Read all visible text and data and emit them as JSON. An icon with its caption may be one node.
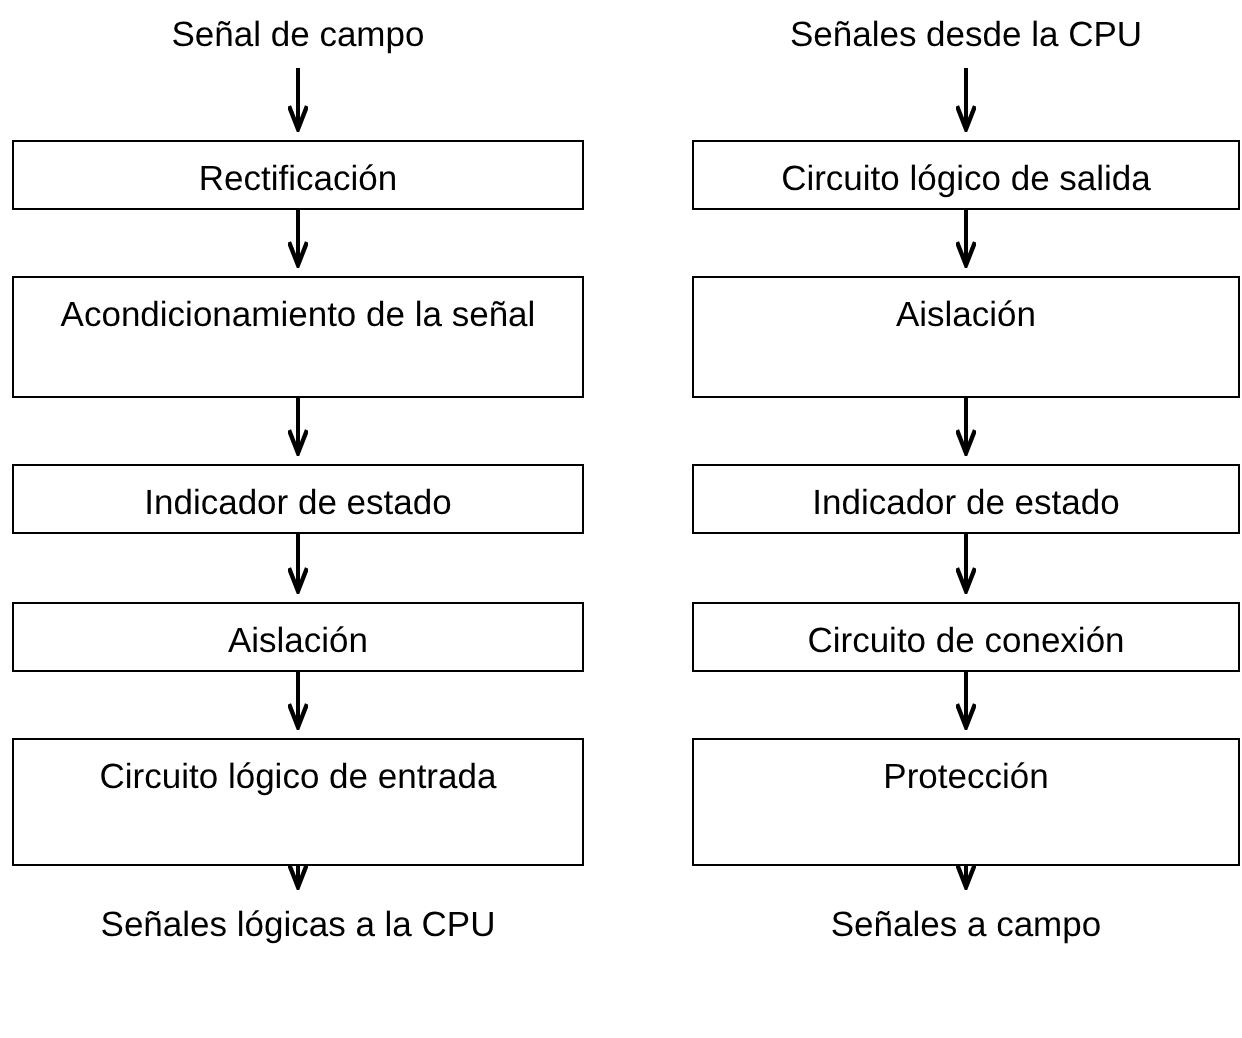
{
  "diagram": {
    "nodes": [
      {
        "text": [
          "Señal de campo"
        ]
      },
      {
        "text": [
          "Rectificación"
        ]
      },
      {
        "text": [
          "Acondicionamiento de la señal"
        ]
      },
      {
        "text": [
          "Indicador de estado"
        ]
      },
      {
        "text": [
          "Aislación"
        ]
      },
      {
        "text": [
          "Circuito lógico de entrada"
        ]
      },
      {
        "text": [
          "Señales lógicas a la CPU"
        ]
      },
      {
        "text": [
          "Señales desde la CPU"
        ]
      },
      {
        "text": [
          "Circuito lógico de salida"
        ]
      },
      {
        "text": [
          "Aislación"
        ]
      },
      {
        "text": [
          "Indicador de estado"
        ]
      },
      {
        "text": [
          "Circuito de conexión"
        ]
      },
      {
        "text": [
          "Protección"
        ]
      },
      {
        "text": [
          "Señales a campo"
        ]
      }
    ],
    "edges": [
      {
        "from": 0,
        "to": 1,
        "arrow": "to"
      },
      {
        "from": 1,
        "to": 2,
        "arrow": "to"
      },
      {
        "from": 2,
        "to": 3,
        "arrow": "to"
      },
      {
        "from": 3,
        "to": 4,
        "arrow": "to"
      },
      {
        "from": 4,
        "to": 5,
        "arrow": "to"
      },
      {
        "from": 5,
        "to": 6,
        "arrow": "to"
      },
      {
        "from": 7,
        "to": 8,
        "arrow": "to"
      },
      {
        "from": 8,
        "to": 9,
        "arrow": "to"
      },
      {
        "from": 9,
        "to": 10,
        "arrow": "to"
      },
      {
        "from": 10,
        "to": 11,
        "arrow": "to"
      },
      {
        "from": 11,
        "to": 12,
        "arrow": "to"
      },
      {
        "from": 12,
        "to": 13,
        "arrow": "to"
      }
    ]
  }
}
